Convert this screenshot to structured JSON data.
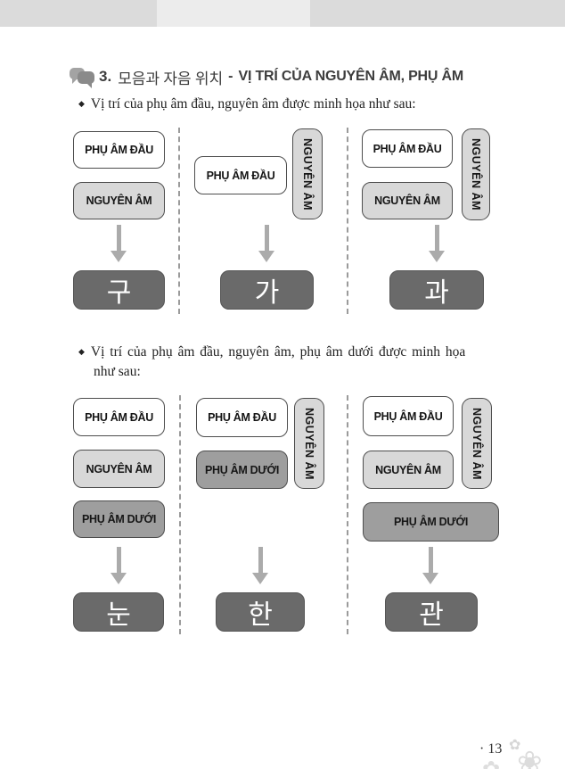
{
  "header": {
    "number": "3.",
    "korean_title": "모음과 자음 위치",
    "separator": "-",
    "viet_title": "VỊ TRÍ CỦA NGUYÊN ÂM, PHỤ ÂM"
  },
  "bullets": {
    "glyph": "◆",
    "first": "Vị trí của phụ âm đầu, nguyên âm được minh họa như sau:",
    "second_line1": "Vị trí của phụ âm đầu, nguyên âm, phụ âm dưới được minh họa",
    "second_line2": "như sau:"
  },
  "labels": {
    "initial_consonant": "PHỤ ÂM ĐẦU",
    "vowel": "NGUYÊN ÂM",
    "final_consonant": "PHỤ ÂM DƯỚI"
  },
  "syllables": {
    "row1": [
      "구",
      "가",
      "과"
    ],
    "row2": [
      "눈",
      "한",
      "관"
    ]
  },
  "footer": {
    "page_number": "· 13",
    "flower1": "✿",
    "flower2": "❀",
    "flower3": "✿"
  },
  "colors": {
    "box_white": "#ffffff",
    "box_light_gray": "#d8d8d8",
    "box_mid_gray": "#9e9e9e",
    "box_dark_gray": "#6a6a6a",
    "box_border": "#4d4d4d",
    "arrow_gray": "#ababab",
    "band_gray": "#dbdbdb",
    "title_text": "#3d3d3d"
  }
}
